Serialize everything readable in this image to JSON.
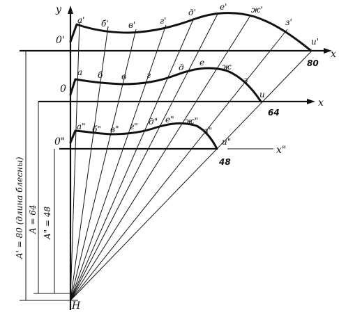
{
  "figure": {
    "axis_y": "y",
    "axis_x_top": "x",
    "axis_x_mid": "x",
    "axis_x_low": "x\"",
    "origin_top": "0'",
    "origin_mid": "0",
    "origin_low": "0\"",
    "pole": "H",
    "length_top": "80",
    "length_mid": "64",
    "length_low": "48",
    "dim_top": "A' = 80 (длина блесны)",
    "dim_mid": "A = 64",
    "dim_low": "A\" = 48",
    "points_top": [
      "a'",
      "б'",
      "в'",
      "г'",
      "д'",
      "е'",
      "ж'",
      "з'",
      "и'"
    ],
    "points_mid": [
      "a",
      "б",
      "в",
      "г",
      "д",
      "е",
      "ж",
      "з",
      "и"
    ],
    "points_low": [
      "a\"",
      "б\"",
      "в\"",
      "г\"",
      "д\"",
      "е\"",
      "ж\"",
      "з\"",
      "и\""
    ]
  }
}
